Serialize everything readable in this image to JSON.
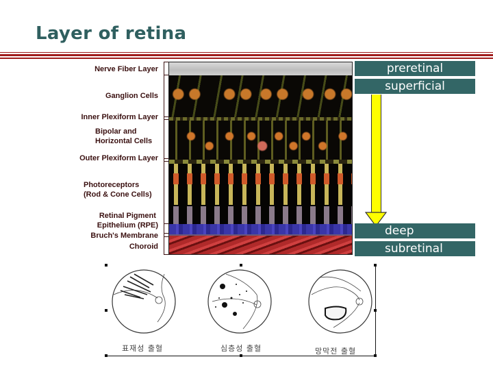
{
  "slide": {
    "title": "Layer of retina",
    "accent_color": "#a01c1c",
    "title_color": "#2f5f5f",
    "tag_color": "#336666"
  },
  "retina_diagram": {
    "layers": [
      {
        "label": "Nerve Fiber Layer"
      },
      {
        "label": "Ganglion Cells"
      },
      {
        "label": "Inner Plexiform Layer"
      },
      {
        "label": "Bipolar and",
        "label2": "Horizontal Cells"
      },
      {
        "label": "Outer Plexiform Layer"
      },
      {
        "label": "Photoreceptors",
        "label2": "(Rod & Cone Cells)"
      },
      {
        "label": "Retinal Pigment",
        "label2": "Epithelium (RPE)"
      },
      {
        "label": "Bruch's Membrane"
      },
      {
        "label": "Choroid"
      }
    ]
  },
  "depth_scale": {
    "top_labels": [
      "preretinal",
      "superficial"
    ],
    "bottom_labels": [
      "deep",
      "subretinal"
    ],
    "arrow_color": "#ffff00",
    "arrow_direction": "down"
  },
  "fundus_illustrations": [
    {
      "caption": "표재성 출혈"
    },
    {
      "caption": "심층성 출혈"
    },
    {
      "caption": "망막전 출혈"
    }
  ]
}
